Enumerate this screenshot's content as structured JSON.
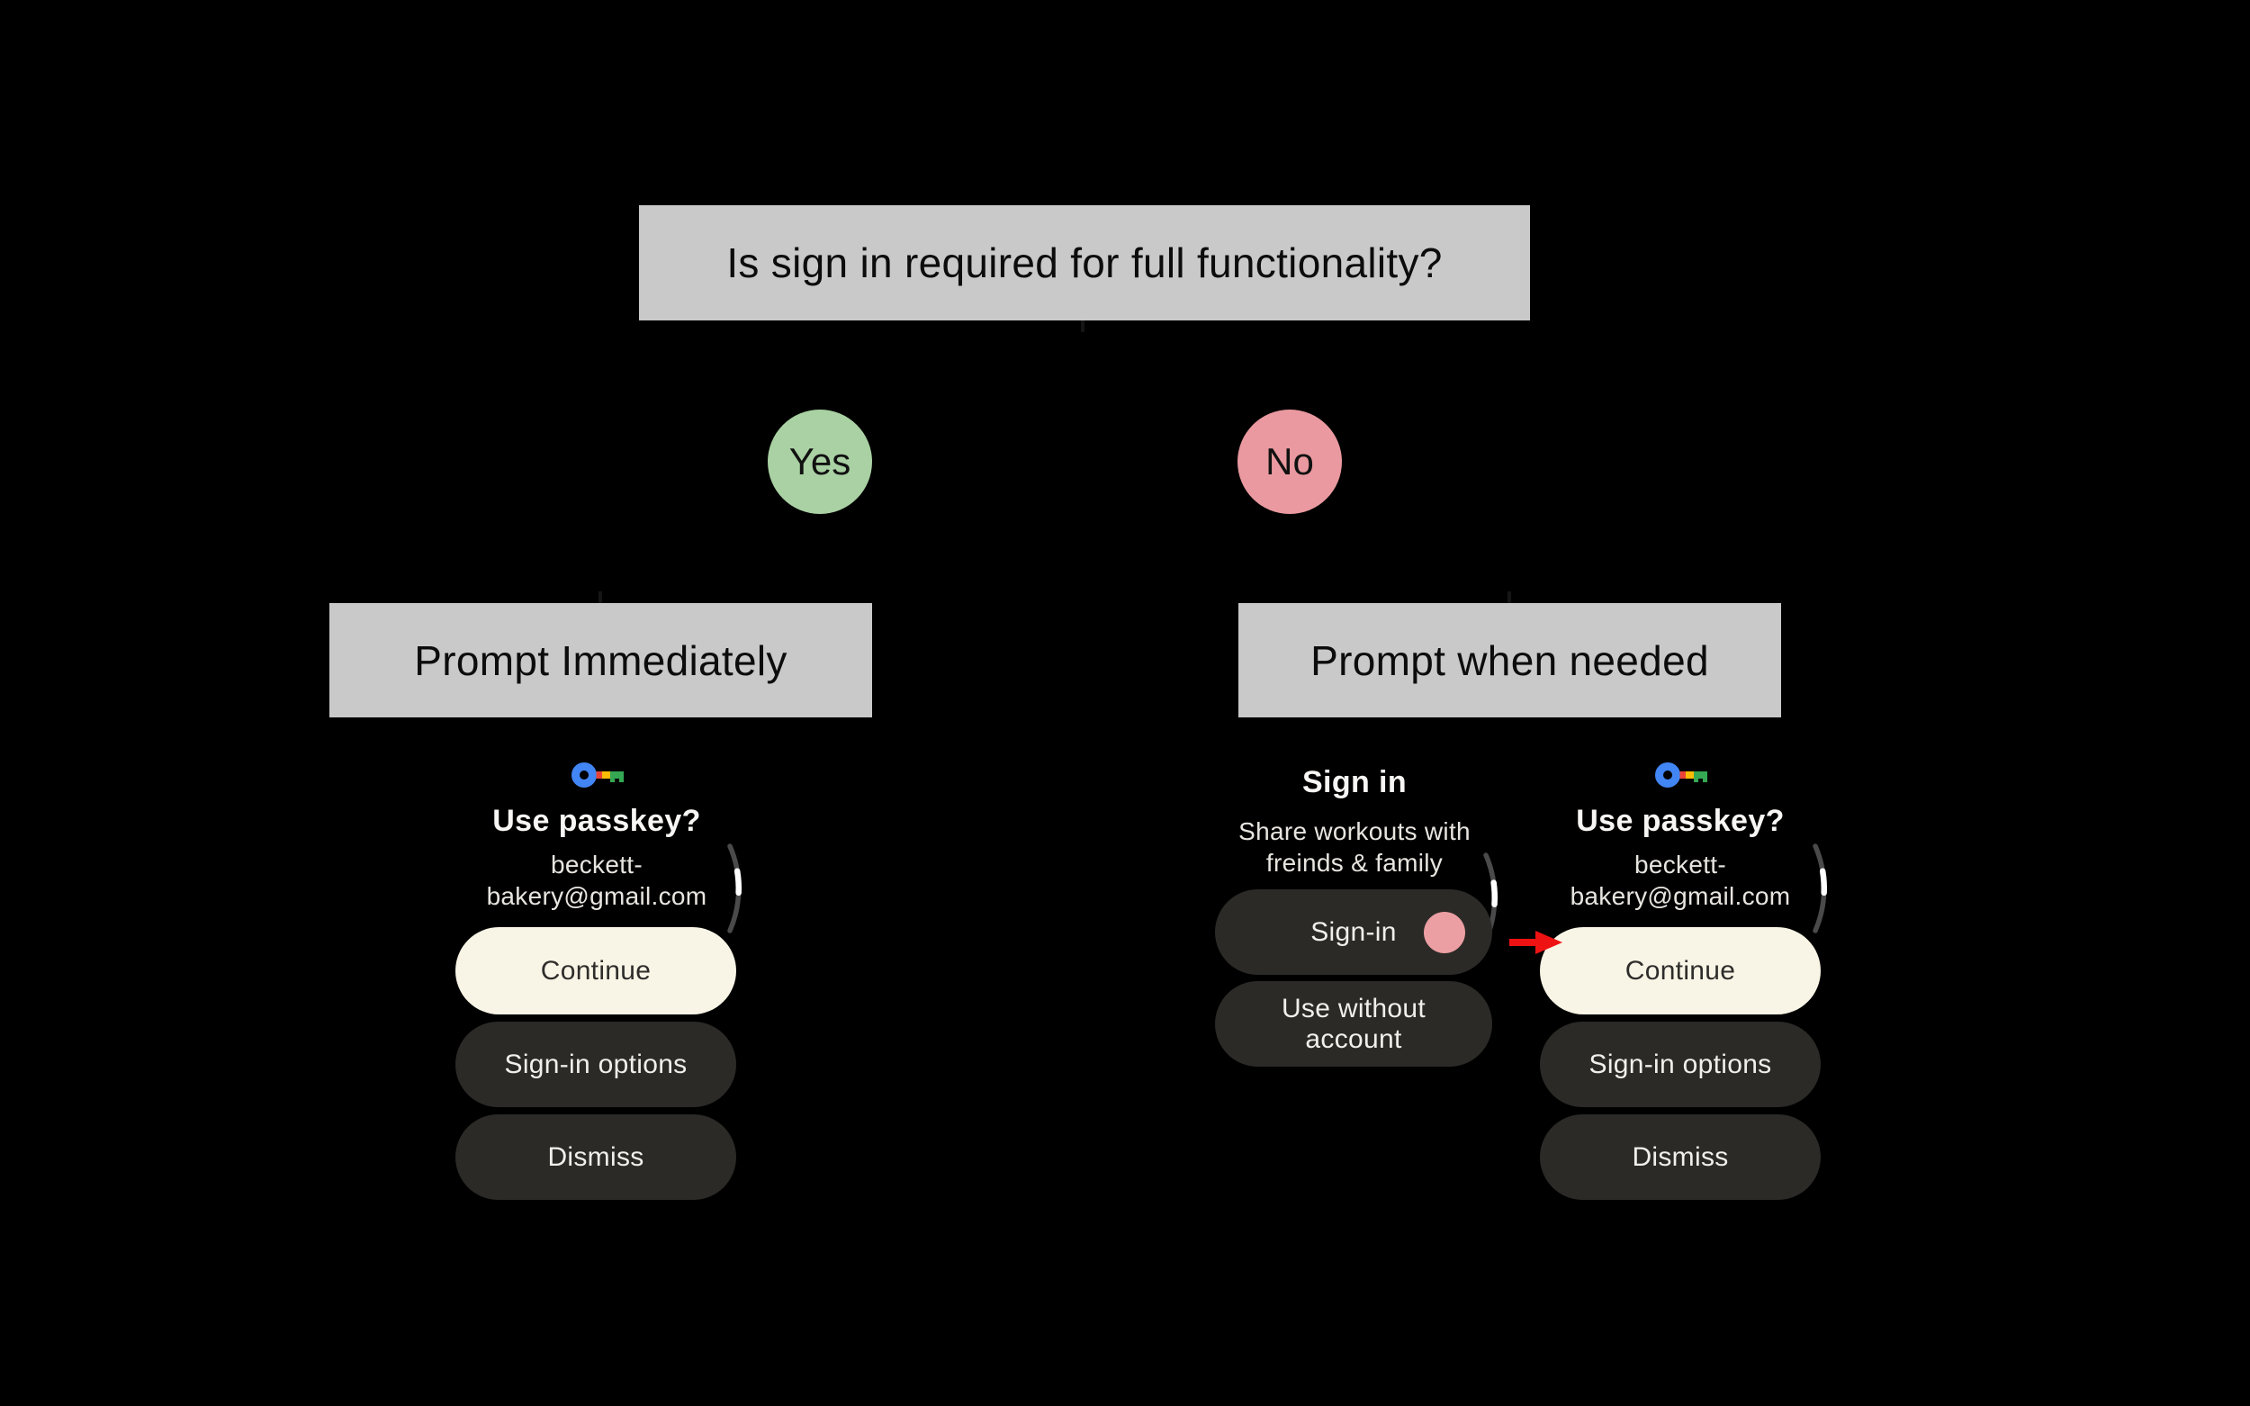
{
  "flowchart": {
    "question": "Is sign in required for full functionality?",
    "yes_label": "Yes",
    "no_label": "No",
    "yes_branch_box": "Prompt Immediately",
    "no_branch_box": "Prompt when needed"
  },
  "passkey_screen": {
    "icon": "google-passkey-icon",
    "title": "Use passkey?",
    "email_line1": "beckett-",
    "email_line2": "bakery@gmail.com",
    "continue_label": "Continue",
    "signin_options_label": "Sign-in options",
    "dismiss_label": "Dismiss"
  },
  "signin_screen": {
    "title": "Sign in",
    "subtitle_line1": "Share workouts with",
    "subtitle_line2": "freinds & family",
    "signin_label": "Sign-in",
    "use_without_line1": "Use without",
    "use_without_line2": "account",
    "tap_indicator": "tap-indicator"
  },
  "colors": {
    "background": "#000000",
    "node_gray": "#c9c9c9",
    "yes_green": "#a9d1a3",
    "no_pink": "#e9999f",
    "primary_button_cream": "#f9f5e6",
    "secondary_button_dark": "#2b2a27",
    "tap_indicator_pink": "#ec9fa3",
    "arrow_red": "#ee1212",
    "scroll_track_gray": "#4a4a4a",
    "scroll_thumb_white": "#ffffff",
    "passkey_blue": "#4285F4",
    "passkey_red": "#EA4335",
    "passkey_yellow": "#FBBC05",
    "passkey_green": "#34A853"
  }
}
